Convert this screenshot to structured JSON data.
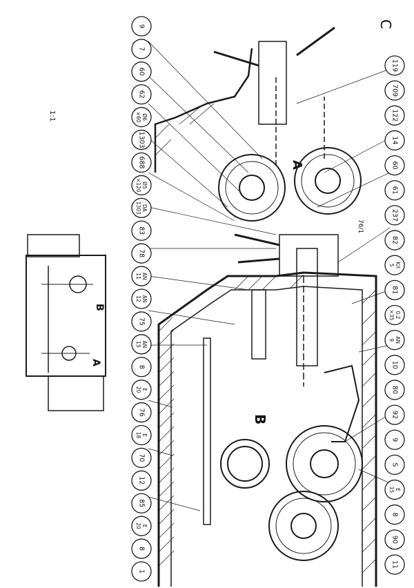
{
  "drawing": {
    "section_labels": [
      "A",
      "B"
    ],
    "thumbnail_labels": [
      "B",
      "A"
    ],
    "left_balloons": [
      "1",
      "8",
      "E 20",
      "85",
      "12",
      "70",
      "E 18",
      "76",
      "E 20",
      "8",
      "AN 15",
      "75",
      "AN 12",
      "AN 11",
      "78",
      "83",
      "DA 1303",
      "Ø5 ×120",
      "688",
      "1303",
      "Ø6 ×60",
      "62",
      "60",
      "7",
      "9"
    ],
    "right_balloons": [
      "11",
      "90",
      "8",
      "E 15",
      "S",
      "9",
      "92",
      "80",
      "10",
      "AN 9",
      "0.2 ×35",
      "81",
      "K/I 5",
      "82",
      "237",
      "61",
      "60",
      "14",
      "122",
      "709",
      "119"
    ],
    "callouts": [
      "76/1"
    ],
    "corner_mark": "C",
    "margin_mark": "1:1"
  }
}
